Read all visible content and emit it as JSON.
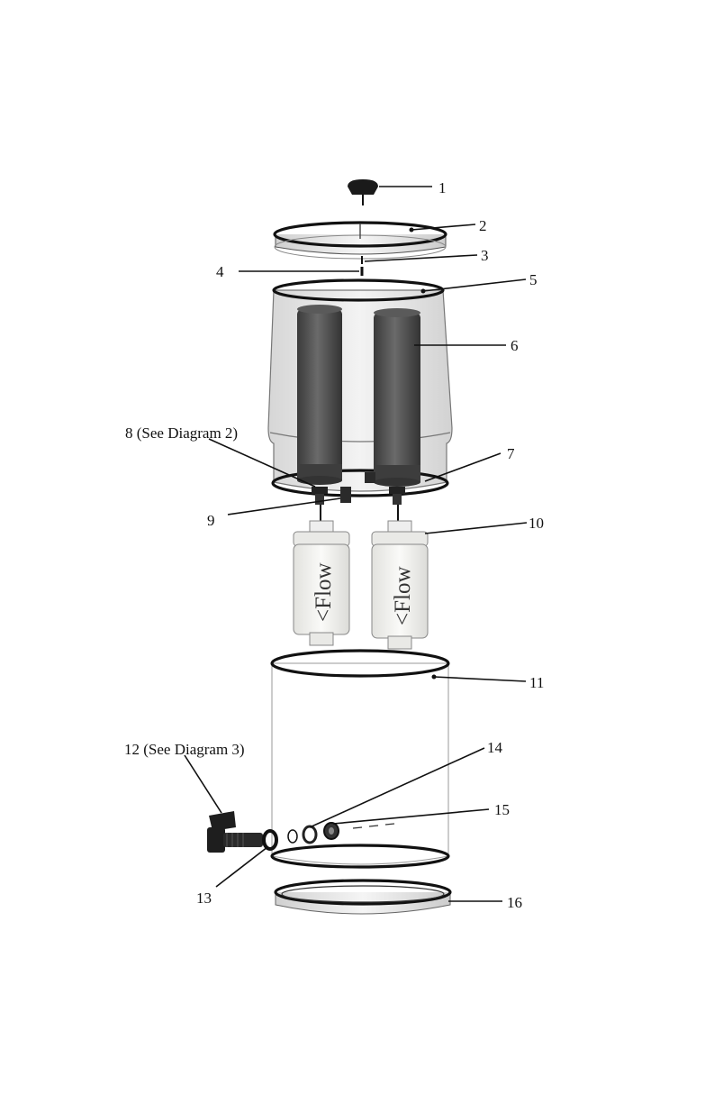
{
  "diagram": {
    "callouts": [
      {
        "id": "1",
        "label": "1"
      },
      {
        "id": "2",
        "label": "2"
      },
      {
        "id": "3",
        "label": "3"
      },
      {
        "id": "4",
        "label": "4"
      },
      {
        "id": "5",
        "label": "5"
      },
      {
        "id": "6",
        "label": "6"
      },
      {
        "id": "7",
        "label": "7"
      },
      {
        "id": "8",
        "label": "8 (See Diagram 2)"
      },
      {
        "id": "9",
        "label": "9"
      },
      {
        "id": "10",
        "label": "10"
      },
      {
        "id": "11",
        "label": "11"
      },
      {
        "id": "12",
        "label": "12 (See Diagram 3)"
      },
      {
        "id": "13",
        "label": "13"
      },
      {
        "id": "14",
        "label": "14"
      },
      {
        "id": "15",
        "label": "15"
      },
      {
        "id": "16",
        "label": "16"
      }
    ],
    "filter_text": "<Flow",
    "colors": {
      "line": "#111111",
      "chamber_fill": "#e6e6e6",
      "candle_fill": "#4a4a4a",
      "cartridge_fill": "#f2f2f0",
      "knob_fill": "#1a1a1a"
    }
  }
}
